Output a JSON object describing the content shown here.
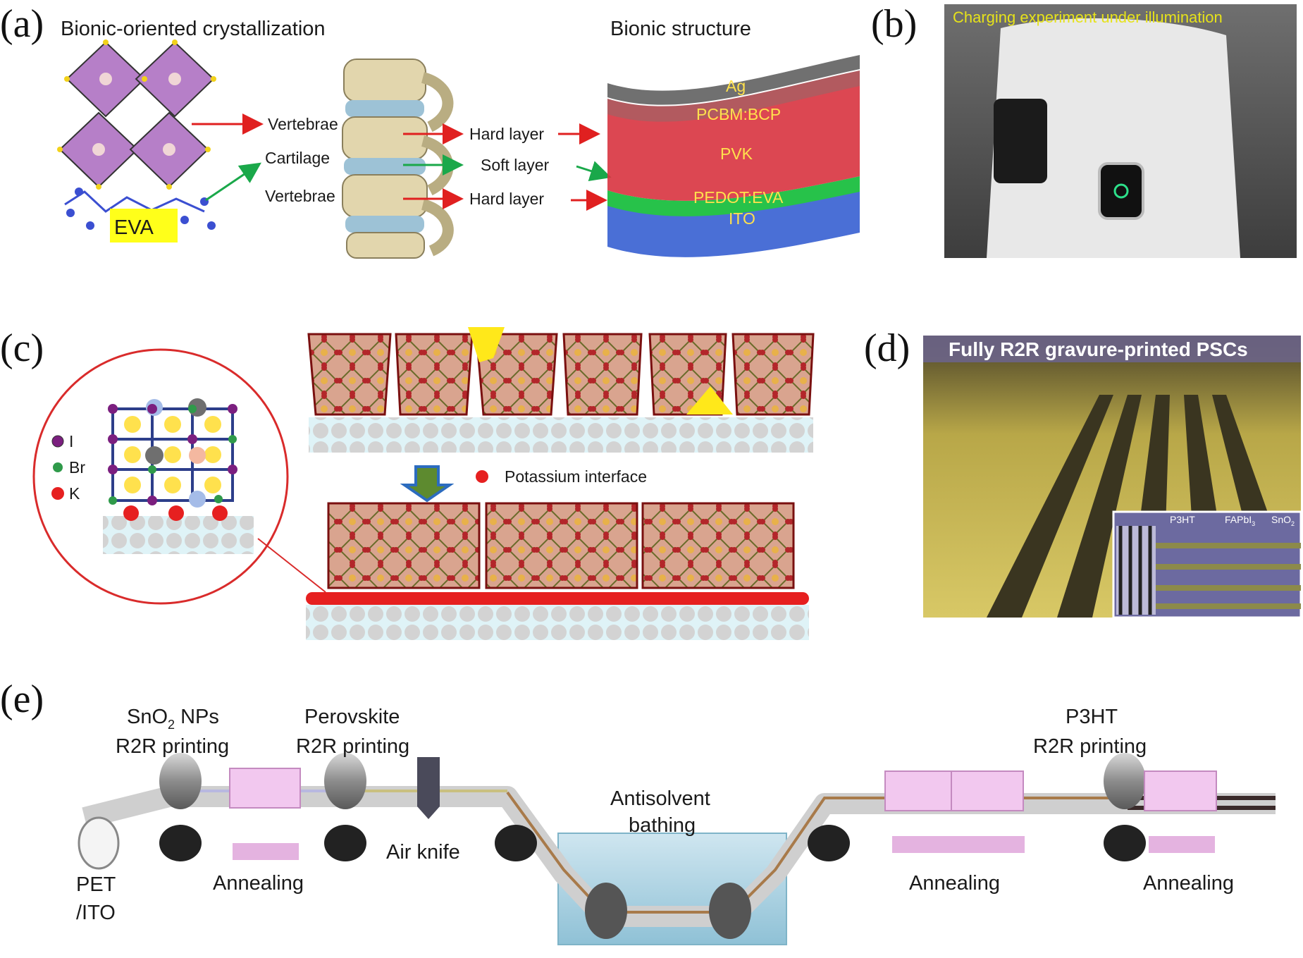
{
  "panels": {
    "a": {
      "label": "(a)",
      "title_left": "Bionic-oriented crystallization",
      "title_right": "Bionic structure",
      "eva": "EVA",
      "vertebrae_top": "Vertebrae",
      "cartilage": "Cartilage",
      "vertebrae_bottom": "Vertebrae",
      "hard_layer_top": "Hard layer",
      "soft_layer": "Soft layer",
      "hard_layer_bottom": "Hard layer",
      "layer_ag": "Ag",
      "layer_pcbm": "PCBM:BCP",
      "layer_pvk": "PVK",
      "layer_pedot": "PEDOT:EVA",
      "layer_ito": "ITO"
    },
    "b": {
      "label": "(b)",
      "caption": "Charging experiment under illumination"
    },
    "c": {
      "label": "(c)",
      "legend_i": "I",
      "legend_br": "Br",
      "legend_k": "K",
      "interface": "Potassium interface"
    },
    "d": {
      "label": "(d)",
      "banner": "Fully R2R gravure-printed PSCs",
      "inset_p3ht": "P3HT",
      "inset_fapbi": "FAPbI",
      "inset_fapbi_sub": "3",
      "inset_sno": "SnO",
      "inset_sno_sub": "2"
    },
    "e": {
      "label": "(e)",
      "sno2_line1a": "SnO",
      "sno2_sub": "2",
      "sno2_line1b": " NPs",
      "sno2_line2": "R2R printing",
      "perov_line1": "Perovskite",
      "perov_line2": "R2R printing",
      "p3ht_line1": "P3HT",
      "p3ht_line2": "R2R printing",
      "air_knife": "Air knife",
      "anti_line1": "Antisolvent",
      "anti_line2": "bathing",
      "annealing_1": "Annealing",
      "annealing_2": "Annealing",
      "annealing_3": "Annealing",
      "pet_line1": "PET",
      "pet_line2": "/ITO"
    }
  }
}
